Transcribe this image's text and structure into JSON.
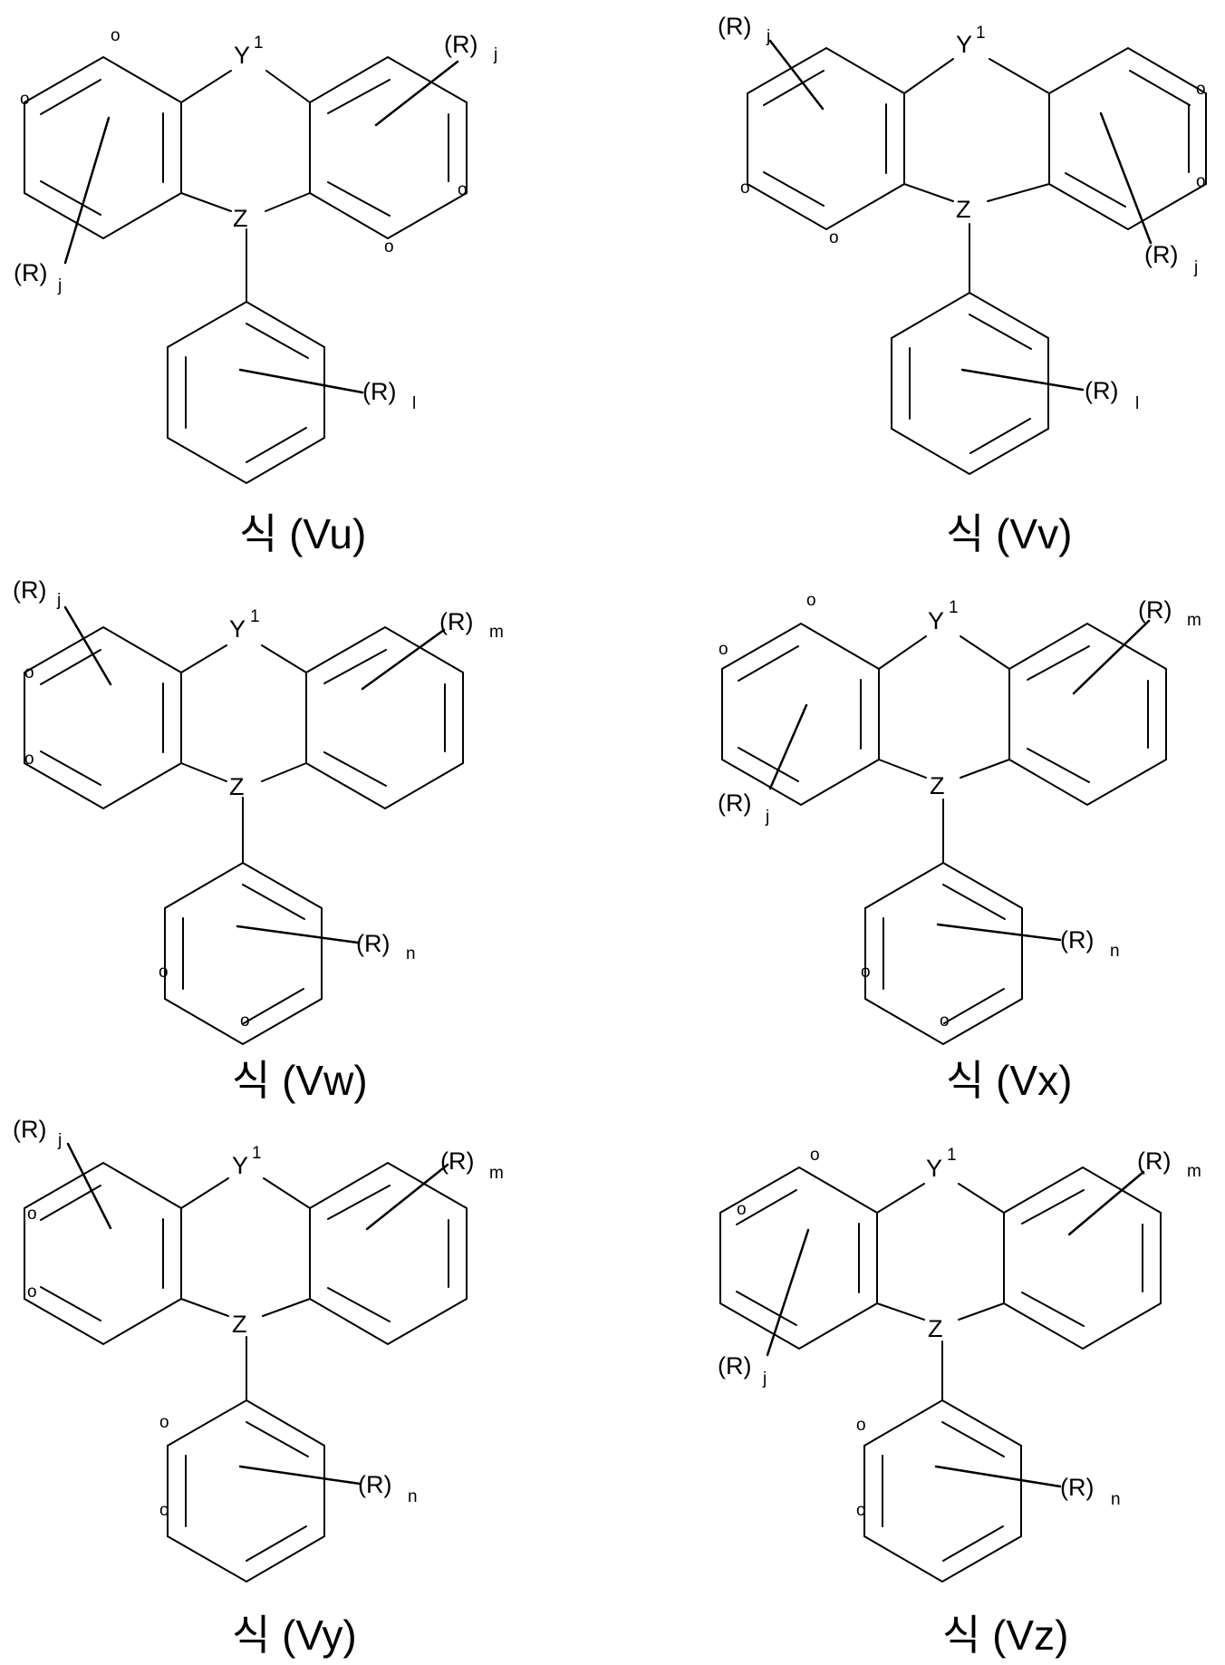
{
  "structures": [
    {
      "id": "Vu",
      "caption": "식 (Vu)",
      "atom_y": "Y",
      "atom_y_sup": "1",
      "atom_z": "Z",
      "substituents": [
        {
          "group": "(R)",
          "index": "j"
        },
        {
          "group": "(R)",
          "index": "j"
        },
        {
          "group": "(R)",
          "index": "l"
        }
      ],
      "position_marks": [
        "o",
        "o",
        "o",
        "o"
      ]
    },
    {
      "id": "Vv",
      "caption": "식 (Vv)",
      "atom_y": "Y",
      "atom_y_sup": "1",
      "atom_z": "Z",
      "substituents": [
        {
          "group": "(R)",
          "index": "j"
        },
        {
          "group": "(R)",
          "index": "j"
        },
        {
          "group": "(R)",
          "index": "l"
        }
      ],
      "position_marks": [
        "o",
        "o",
        "o",
        "o"
      ]
    },
    {
      "id": "Vw",
      "caption": "식 (Vw)",
      "atom_y": "Y",
      "atom_y_sup": "1",
      "atom_z": "Z",
      "substituents": [
        {
          "group": "(R)",
          "index": "j"
        },
        {
          "group": "(R)",
          "index": "m"
        },
        {
          "group": "(R)",
          "index": "n"
        }
      ],
      "position_marks": [
        "o",
        "o",
        "o",
        "o"
      ]
    },
    {
      "id": "Vx",
      "caption": "식 (Vx)",
      "atom_y": "Y",
      "atom_y_sup": "1",
      "atom_z": "Z",
      "substituents": [
        {
          "group": "(R)",
          "index": "m"
        },
        {
          "group": "(R)",
          "index": "j"
        },
        {
          "group": "(R)",
          "index": "n"
        }
      ],
      "position_marks": [
        "o",
        "o",
        "o",
        "o"
      ]
    },
    {
      "id": "Vy",
      "caption": "식 (Vy)",
      "atom_y": "Y",
      "atom_y_sup": "1",
      "atom_z": "Z",
      "substituents": [
        {
          "group": "(R)",
          "index": "j"
        },
        {
          "group": "(R)",
          "index": "m"
        },
        {
          "group": "(R)",
          "index": "n"
        }
      ],
      "position_marks": [
        "o",
        "o",
        "o",
        "o"
      ]
    },
    {
      "id": "Vz",
      "caption": "식 (Vz)",
      "atom_y": "Y",
      "atom_y_sup": "1",
      "atom_z": "Z",
      "substituents": [
        {
          "group": "(R)",
          "index": "m"
        },
        {
          "group": "(R)",
          "index": "j"
        },
        {
          "group": "(R)",
          "index": "n"
        }
      ],
      "position_marks": [
        "o",
        "o",
        "o",
        "o"
      ]
    }
  ]
}
